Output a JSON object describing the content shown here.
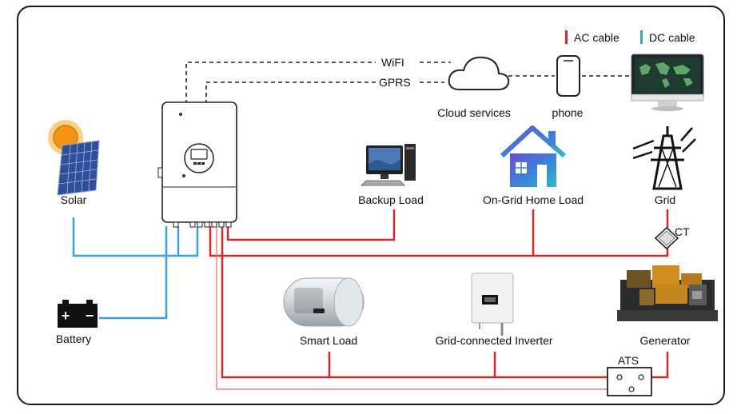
{
  "legend": {
    "ac": {
      "label": "AC cable",
      "color": "#d7262d"
    },
    "dc": {
      "label": "DC cable",
      "color": "#3aa0d6"
    }
  },
  "links": {
    "wifi": "WiFI",
    "gprs": "GPRS"
  },
  "nodes": {
    "cloud": "Cloud services",
    "phone": "phone",
    "solar": "Solar",
    "backup_load": "Backup Load",
    "ongrid_home_load": "On-Grid Home Load",
    "grid": "Grid",
    "ct": "CT",
    "battery": "Battery",
    "smart_load": "Smart Load",
    "grid_inverter": "Grid-connected Inverter",
    "generator": "Generator",
    "ats": "ATS"
  },
  "icons": {
    "battery_plus": "+",
    "battery_minus": "−"
  }
}
